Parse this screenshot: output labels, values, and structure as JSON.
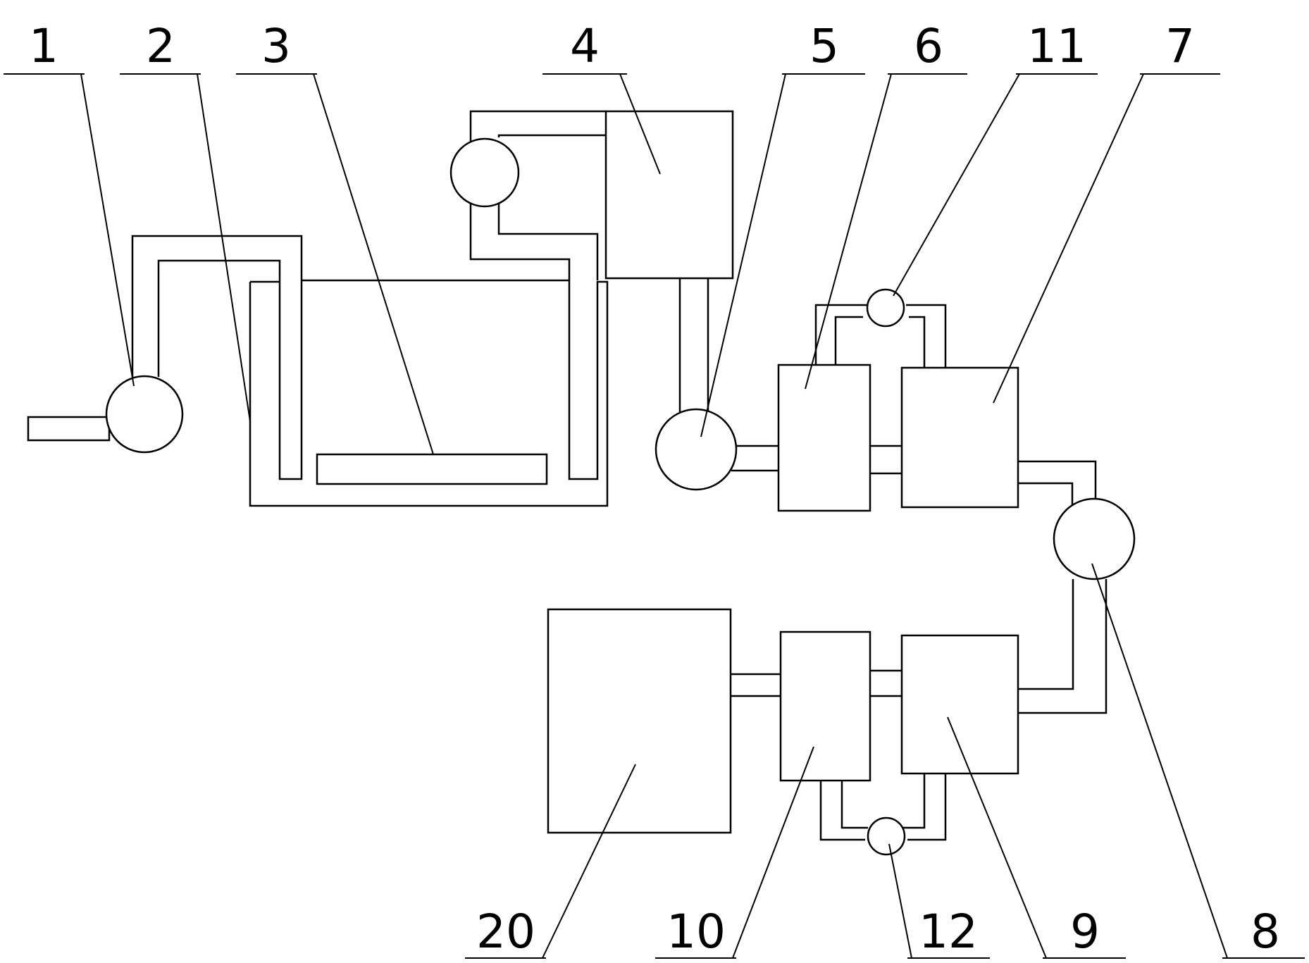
{
  "labels": {
    "l1": "1",
    "l2": "2",
    "l3": "3",
    "l4": "4",
    "l5": "5",
    "l6": "6",
    "l11": "11",
    "l7": "7",
    "l8": "8",
    "l9": "9",
    "l10": "10",
    "l12": "12",
    "l20": "20"
  }
}
